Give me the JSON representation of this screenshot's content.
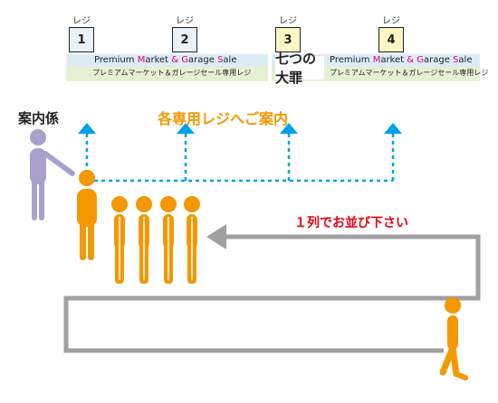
{
  "registers": {
    "label": "レジ",
    "items": [
      {
        "number": "1",
        "color": "#e8f2f8"
      },
      {
        "number": "2",
        "color": "#e8f2f8"
      },
      {
        "number": "3",
        "color": "#fdf6c4"
      },
      {
        "number": "4",
        "color": "#fdf6c4"
      }
    ]
  },
  "banners": {
    "left": {
      "title_parts": [
        "Premium ",
        "M",
        "arket ",
        "&",
        " ",
        "G",
        "arage ",
        "S",
        "ale"
      ],
      "subtitle": "プレミアムマーケット＆ガレージセール専用レジ"
    },
    "right": {
      "logo_text": "七つの大罪",
      "title_parts": [
        "Premium ",
        "M",
        "arket ",
        "&",
        " ",
        "G",
        "arage ",
        "S",
        "ale"
      ],
      "subtitle": "プレミアムマーケット＆ガレージセール専用レジ"
    }
  },
  "labels": {
    "staff": "案内係",
    "guide": "各専用レジへご案内",
    "line": "１列でお並び下さい"
  },
  "colors": {
    "orange": "#f39800",
    "purple": "#a9a0cc",
    "blue": "#00a0e9",
    "red": "#e60012",
    "gray": "#a0a0a0",
    "accent": "#e5007f"
  }
}
